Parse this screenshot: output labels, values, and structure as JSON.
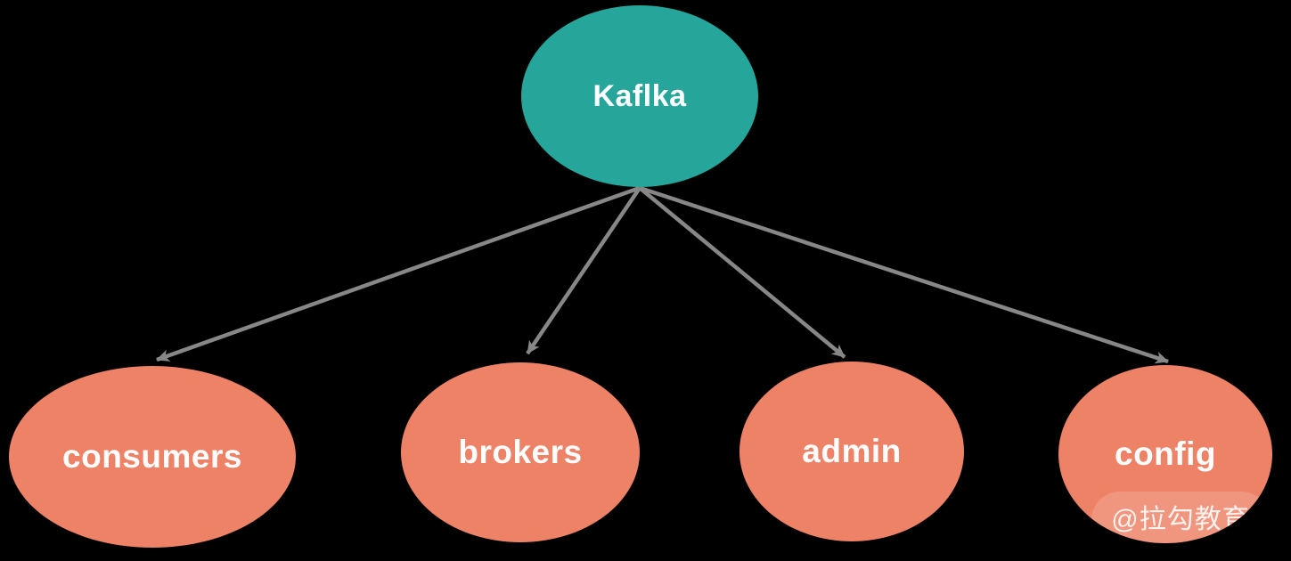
{
  "diagram": {
    "type": "tree",
    "background_color": "#000000",
    "root": {
      "id": "kafka",
      "label": "Kaflka",
      "color": "#26a69a",
      "text_color": "#ffffff"
    },
    "children": [
      {
        "id": "consumers",
        "label": "consumers",
        "color": "#ee8266",
        "text_color": "#ffffff"
      },
      {
        "id": "brokers",
        "label": "brokers",
        "color": "#ee8266",
        "text_color": "#ffffff"
      },
      {
        "id": "admin",
        "label": "admin",
        "color": "#ee8266",
        "text_color": "#ffffff"
      },
      {
        "id": "config",
        "label": "config",
        "color": "#ee8266",
        "text_color": "#ffffff"
      }
    ],
    "edges": [
      {
        "from": "kafka",
        "to": "consumers",
        "arrow": "end"
      },
      {
        "from": "kafka",
        "to": "brokers",
        "arrow": "end"
      },
      {
        "from": "kafka",
        "to": "admin",
        "arrow": "end"
      },
      {
        "from": "kafka",
        "to": "config",
        "arrow": "end"
      }
    ],
    "edge_color": "#878787",
    "watermark": "@拉勾教育"
  }
}
